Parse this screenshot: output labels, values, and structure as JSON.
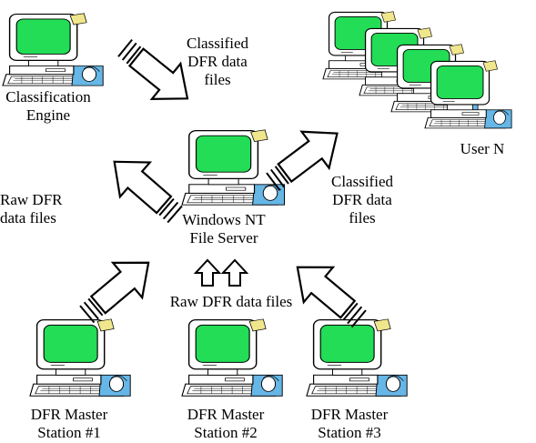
{
  "colors": {
    "screen": "#22dd55",
    "monitor_body": "#ffffff",
    "sticky_note": "#f0e68c",
    "mousepad": "#66b6e6",
    "outline": "#000000"
  },
  "labels": {
    "classification_engine": [
      "Classification",
      "Engine"
    ],
    "file_server": [
      "Windows NT",
      "File Server"
    ],
    "user_n": "User N",
    "classified_top": [
      "Classified",
      "DFR data",
      "files"
    ],
    "classified_right": [
      "Classified",
      "DFR data",
      "files"
    ],
    "raw_left": [
      "Raw DFR",
      "data files"
    ],
    "raw_bottom": "Raw DFR data files",
    "station_1": [
      "DFR Master",
      "Station #1"
    ],
    "station_2": [
      "DFR Master",
      "Station #2"
    ],
    "station_3": [
      "DFR Master",
      "Station #3"
    ]
  },
  "icons": {
    "computer": "computer-icon",
    "arrow": "arrow-icon"
  }
}
